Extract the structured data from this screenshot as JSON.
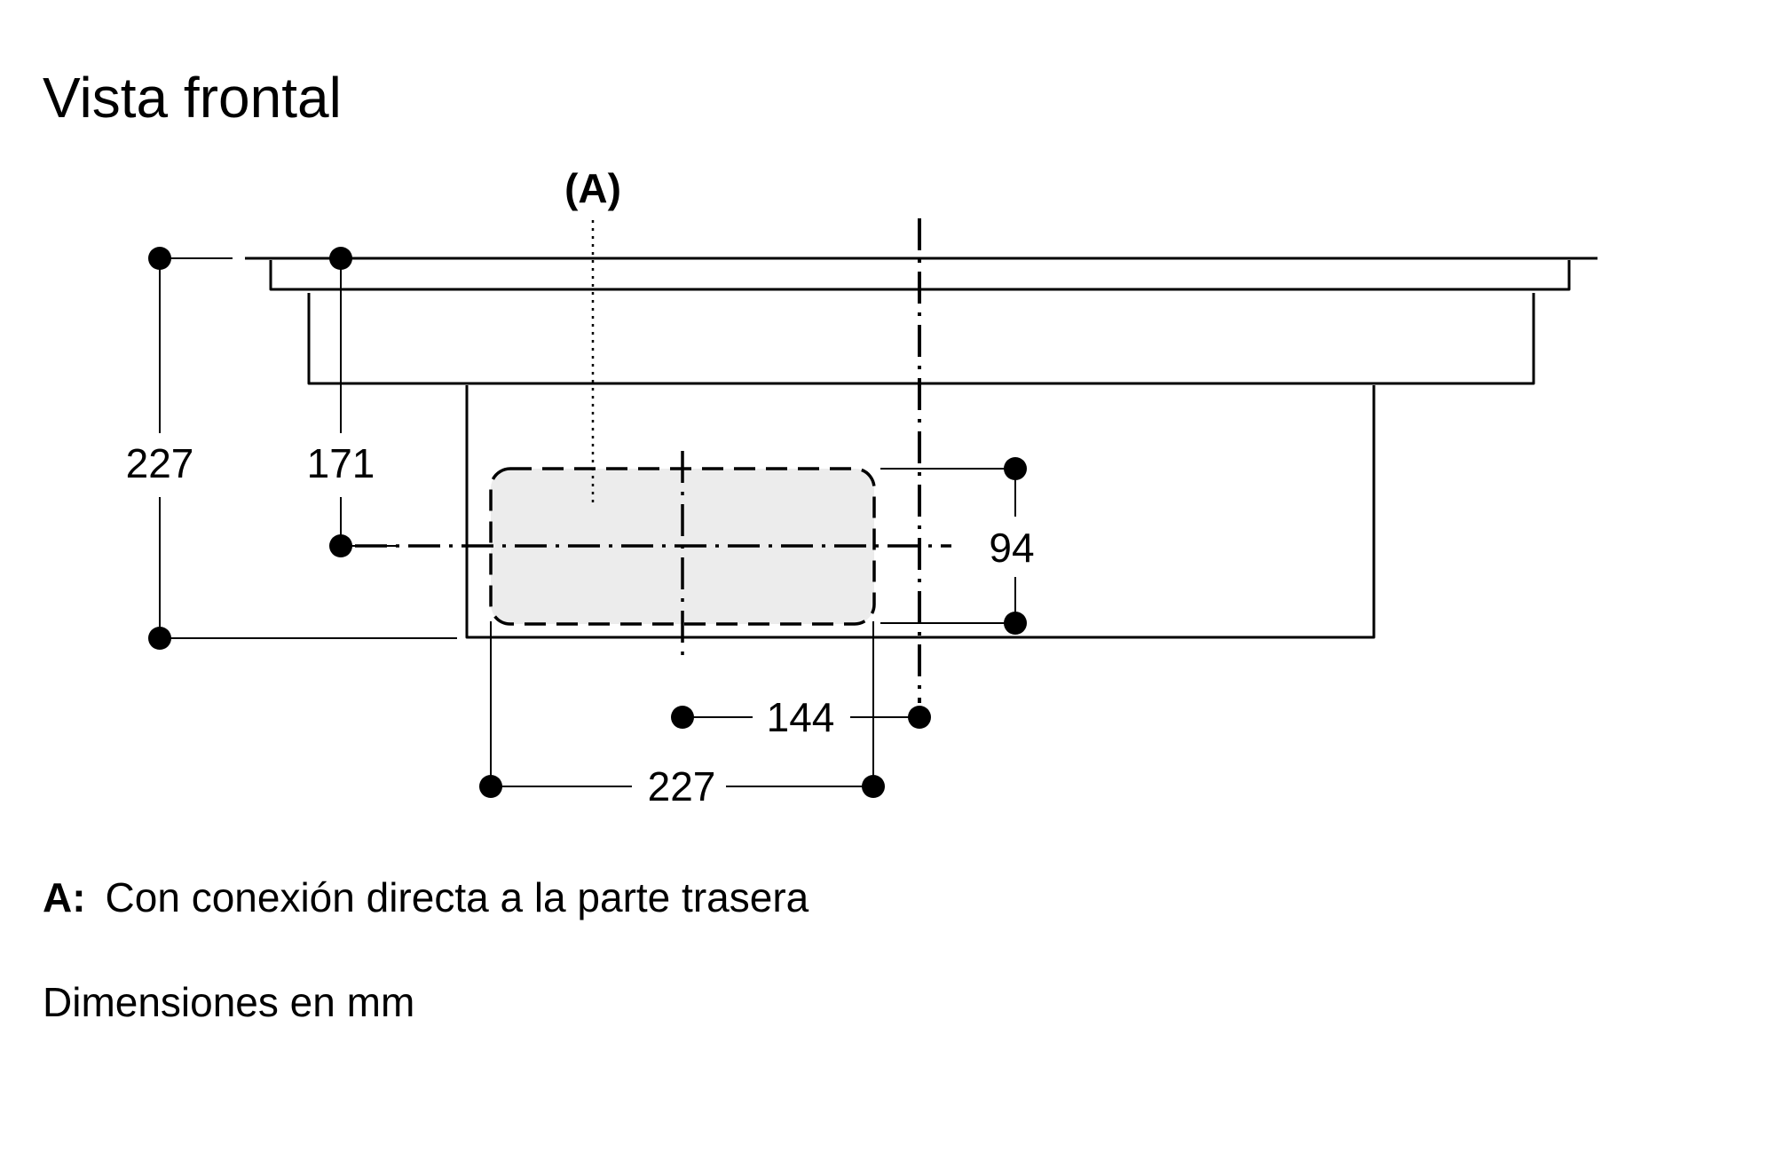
{
  "title": "Vista frontal",
  "callout": {
    "label": "(A)"
  },
  "dimensions": {
    "total_height": "227",
    "axis_height": "171",
    "opening_height": "94",
    "axis_offset": "144",
    "opening_width": "227"
  },
  "legend": {
    "key": "A:",
    "text": "Con conexión directa a la parte trasera"
  },
  "units_note": "Dimensiones en mm",
  "colors": {
    "line": "#000000",
    "opening_fill": "#ececec"
  }
}
